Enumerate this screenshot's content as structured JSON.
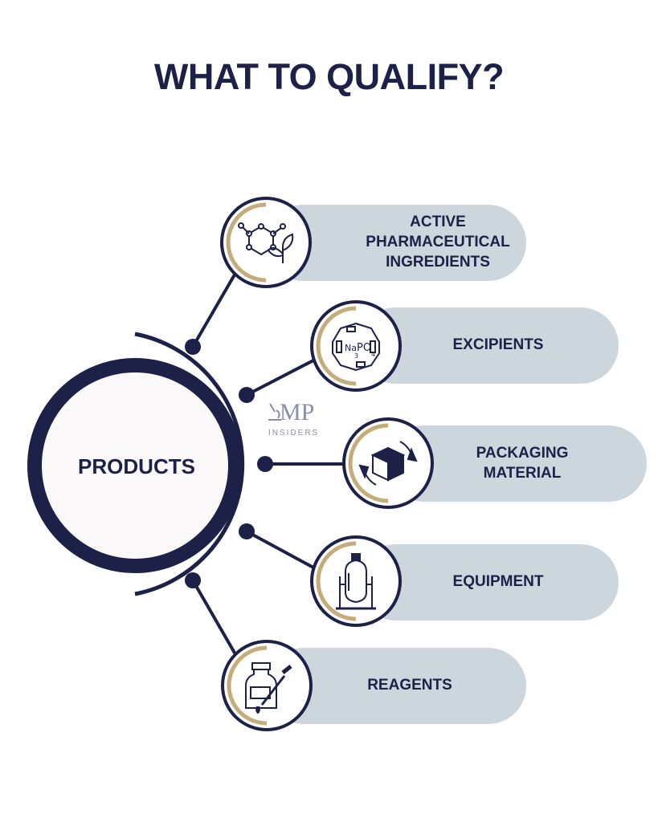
{
  "title": "WHAT TO QUALIFY?",
  "hub": {
    "label": "PRODUCTS"
  },
  "watermark": {
    "mark": "MP",
    "sub": "INSIDERS"
  },
  "items": [
    {
      "label": "ACTIVE PHARMACEUTICAL INGREDIENTS",
      "icon": "molecule-leaf-icon"
    },
    {
      "label": "EXCIPIENTS",
      "icon": "sodium-phosphate-icon"
    },
    {
      "label": "PACKAGING MATERIAL",
      "icon": "package-box-icon"
    },
    {
      "label": "EQUIPMENT",
      "icon": "reactor-vessel-icon"
    },
    {
      "label": "REAGENTS",
      "icon": "bottle-dropper-icon"
    }
  ],
  "colors": {
    "navy": "#1d2047",
    "gold": "#c4ad7b",
    "pill": "#cdd5dd",
    "hub_fill": "#faf8f8"
  }
}
